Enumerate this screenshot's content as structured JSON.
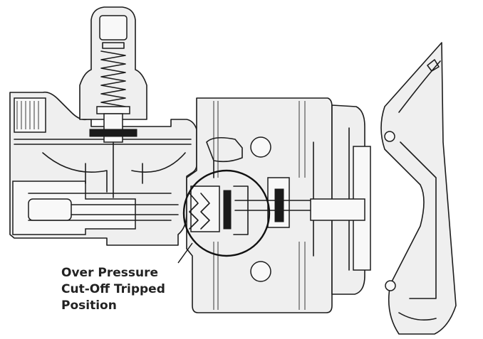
{
  "callout": {
    "lines": [
      "Over Pressure",
      "Cut-Off Tripped",
      "Position"
    ]
  },
  "colors": {
    "line": "#1c1c1c",
    "body_fill": "#efefef",
    "text": "#222222",
    "background": "#ffffff"
  }
}
